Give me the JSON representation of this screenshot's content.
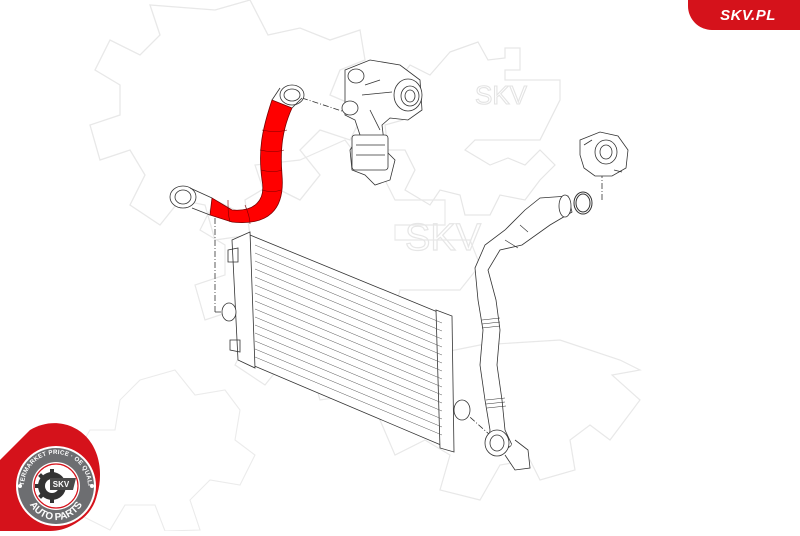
{
  "brand": {
    "tab_label": "SKV.PL",
    "accent_color": "#d5121b",
    "highlight_color": "#ff0000"
  },
  "watermark": {
    "logo_text": "SKV"
  },
  "badge": {
    "ring_text": "AFTERMARKET PRICE · OE QUALITY",
    "center_text": "SKV",
    "bottom_text": "AUTO PARTS"
  },
  "diagram": {
    "parts": [
      {
        "id": "charge-air-hose-highlighted",
        "highlighted": true
      },
      {
        "id": "turbocharger"
      },
      {
        "id": "intercooler"
      },
      {
        "id": "throttle-body"
      },
      {
        "id": "o-ring-seal"
      },
      {
        "id": "intake-pipe"
      }
    ]
  }
}
